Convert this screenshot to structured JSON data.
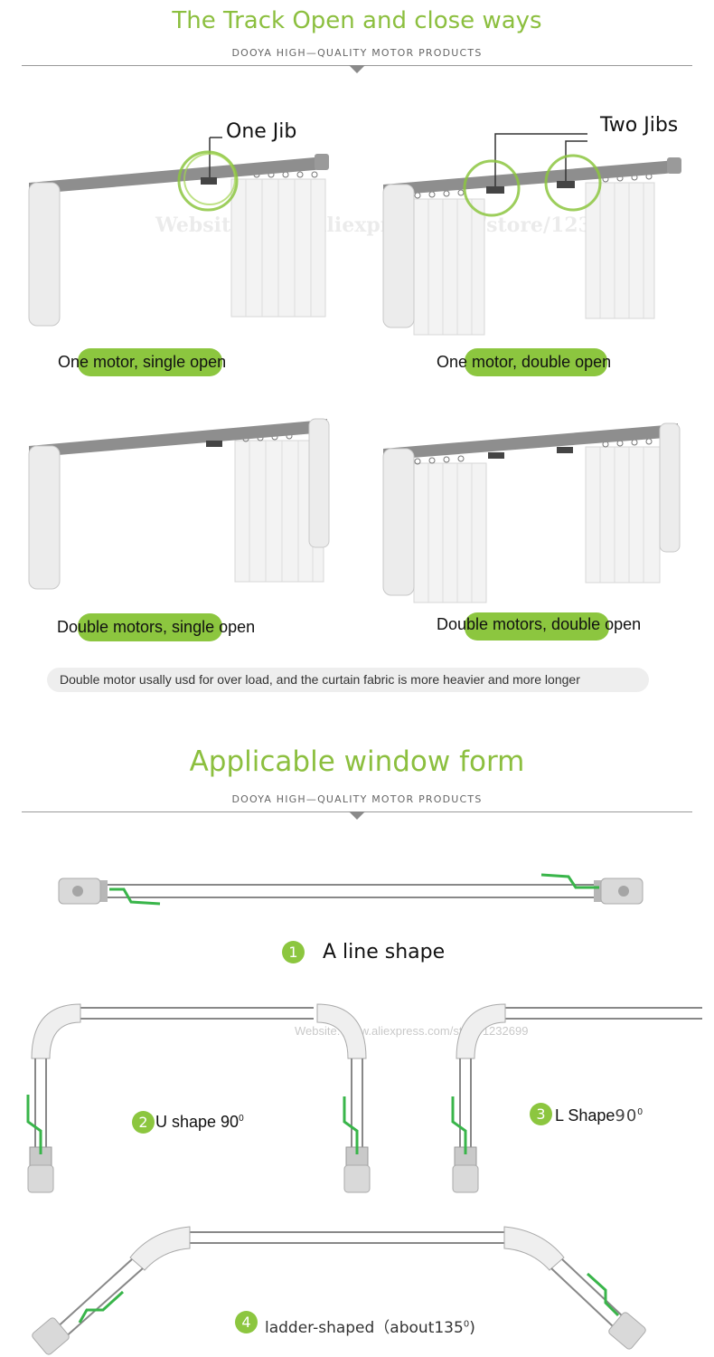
{
  "section1": {
    "title": "The Track Open and close ways",
    "subtitle": "DOOYA HIGH—QUALITY MOTOR PRODUCTS"
  },
  "callouts": {
    "one_jib": "One Jib",
    "two_jibs": "Two Jibs"
  },
  "watermark_top": "Website: www.aliexpress.com/store/1232699",
  "captions": {
    "one_motor_single": "One motor, single open",
    "one_motor_double": "One motor, double open",
    "double_motors_single": "Double motors, single open",
    "double_motors_double": "Double motors, double open"
  },
  "note": "Double motor usally usd for over load, and the curtain fabric is more heavier and more longer",
  "section2": {
    "title": "Applicable window form",
    "subtitle": "DOOYA HIGH—QUALITY MOTOR PRODUCTS"
  },
  "shapes": {
    "line": {
      "number": "1",
      "label": "A line shape"
    },
    "u": {
      "number": "2",
      "label": "U shape 90",
      "sup": "0"
    },
    "l": {
      "number": "3",
      "label": "L Shape",
      "suffix": "90",
      "sup": "0"
    },
    "ladder": {
      "number": "4",
      "label": "ladder-shaped（about135",
      "sup": "0",
      "close": ")"
    }
  },
  "watermark_bottom": "Website: www.aliexpress.com/store/1232699",
  "colors": {
    "accent": "#8cbf3f",
    "pill": "#8cc63f",
    "track": "#8e8e8e"
  }
}
